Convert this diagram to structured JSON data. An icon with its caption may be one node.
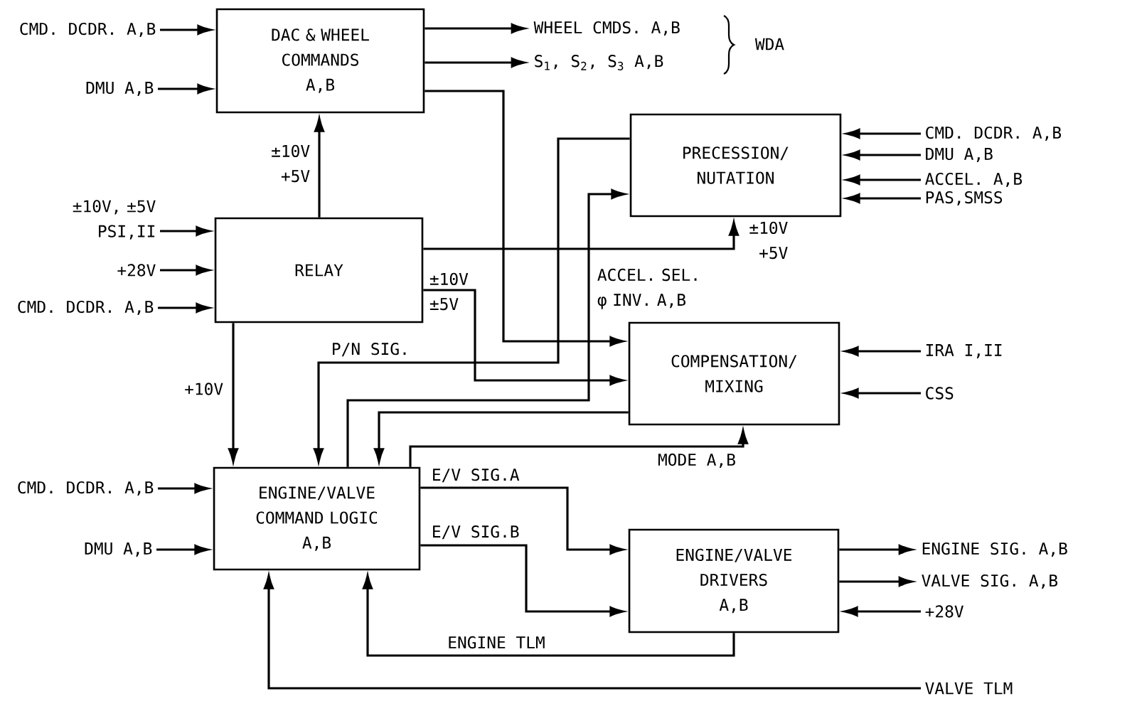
{
  "diagram": {
    "nodes": [
      {
        "text": [
          "DAC & WHEEL COMMANDS",
          "A,B"
        ]
      },
      {
        "text": [
          "PRECESSION/ NUTATION"
        ]
      },
      {
        "text": [
          "RELAY"
        ]
      },
      {
        "text": [
          "COMPENSATION/ MIXING"
        ]
      },
      {
        "text": [
          "ENGINE/VALVE COMMAND LOGIC",
          "A,B"
        ]
      },
      {
        "text": [
          "ENGINE/VALVE DRIVERS",
          "A,B"
        ]
      },
      {
        "text": [
          "CMD. DCDR. A,B"
        ]
      },
      {
        "text": [
          "DMU A,B"
        ]
      },
      {
        "text": [
          "WHEEL CMDS. A,B"
        ]
      },
      {
        "text": [
          "S$_{1}$, S$_{2}$, S$_{3}$ A,B"
        ]
      },
      {
        "text": [
          "CMD. DCDR. A,B"
        ]
      },
      {
        "text": [
          "DMU A,B"
        ]
      },
      {
        "text": [
          "ACCEL. A,B"
        ]
      },
      {
        "text": [
          "PAS,SMSS"
        ]
      },
      {
        "text": [
          "±10V, ±5V PSI,II"
        ]
      },
      {
        "text": [
          "+28V"
        ]
      },
      {
        "text": [
          "CMD. DCDR. A,B"
        ]
      },
      {
        "text": [
          "IRA I,II"
        ]
      },
      {
        "text": [
          "CSS"
        ]
      },
      {
        "text": [
          "CMD. DCDR. A,B"
        ]
      },
      {
        "text": [
          "DMU A,B"
        ]
      },
      {
        "text": [
          "ENGINE SIG. A,B"
        ]
      },
      {
        "text": [
          "VALVE SIG. A,B"
        ]
      },
      {
        "text": [
          "+28V"
        ]
      },
      {
        "text": [
          "VALVE TLM"
        ]
      }
    ],
    "edges": [
      {
        "from": 6,
        "to": 0,
        "arrow": "to"
      },
      {
        "from": 7,
        "to": 0,
        "arrow": "to"
      },
      {
        "from": 0,
        "to": 8,
        "arrow": "to"
      },
      {
        "from": 0,
        "to": 9,
        "arrow": "to"
      },
      {
        "from": 10,
        "to": 1,
        "arrow": "to"
      },
      {
        "from": 11,
        "to": 1,
        "arrow": "to"
      },
      {
        "from": 12,
        "to": 1,
        "arrow": "to"
      },
      {
        "from": 13,
        "to": 1,
        "arrow": "to"
      },
      {
        "from": 14,
        "to": 2,
        "arrow": "to"
      },
      {
        "from": 15,
        "to": 2,
        "arrow": "to"
      },
      {
        "from": 16,
        "to": 2,
        "arrow": "to"
      },
      {
        "from": 2,
        "to": 0,
        "arrow": "to",
        "label": "±10V +5V"
      },
      {
        "from": 2,
        "to": 1,
        "arrow": "to",
        "label": "±10V +5V"
      },
      {
        "from": 2,
        "to": 3,
        "arrow": "to",
        "label": "±10V ±5V"
      },
      {
        "from": 0,
        "to": 3,
        "arrow": "to"
      },
      {
        "from": 1,
        "to": 4,
        "arrow": "to",
        "label": "P/N SIG."
      },
      {
        "from": 4,
        "to": 1,
        "arrow": "to",
        "label": "ACCEL. SEL. φ INV. A,B"
      },
      {
        "from": 3,
        "to": 4,
        "arrow": "to"
      },
      {
        "from": 4,
        "to": 3,
        "arrow": "to",
        "label": "MODE A,B"
      },
      {
        "from": 2,
        "to": 4,
        "arrow": "to",
        "label": "+10V"
      },
      {
        "from": 4,
        "to": 5,
        "arrow": "to",
        "label": "E/V SIG.A"
      },
      {
        "from": 4,
        "to": 5,
        "arrow": "to",
        "label": "E/V SIG.B"
      },
      {
        "from": 5,
        "to": 4,
        "arrow": "to",
        "label": "ENGINE TLM"
      },
      {
        "from": 17,
        "to": 3,
        "arrow": "to"
      },
      {
        "from": 18,
        "to": 3,
        "arrow": "to"
      },
      {
        "from": 19,
        "to": 4,
        "arrow": "to"
      },
      {
        "from": 20,
        "to": 4,
        "arrow": "to"
      },
      {
        "from": 5,
        "to": 21,
        "arrow": "to"
      },
      {
        "from": 5,
        "to": 22,
        "arrow": "to"
      },
      {
        "from": 23,
        "to": 5,
        "arrow": "to"
      },
      {
        "from": 24,
        "to": 4,
        "arrow": "to"
      }
    ],
    "labels": [
      "WDA"
    ]
  }
}
